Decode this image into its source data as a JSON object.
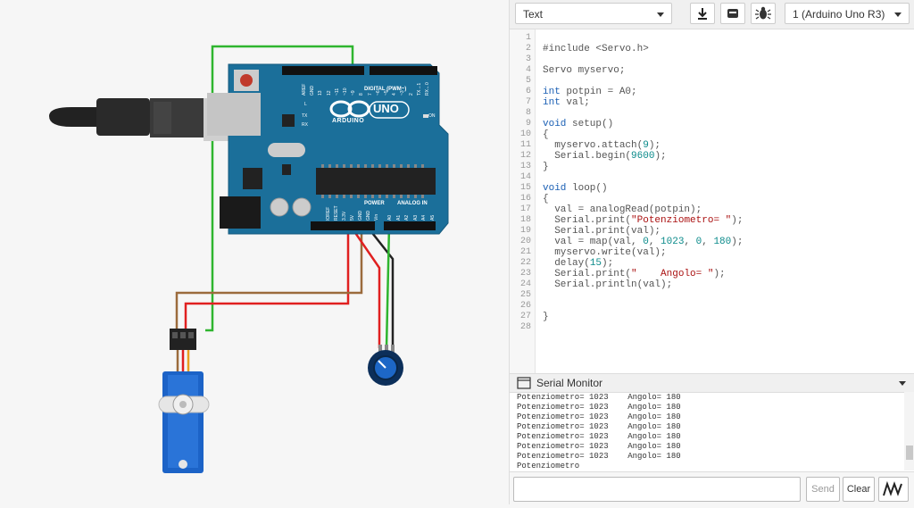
{
  "toolbar": {
    "mode": "Text",
    "device": "1 (Arduino Uno R3)",
    "download_icon": "download-icon",
    "upload_icon": "upload-to-board-icon",
    "debug_icon": "bug-icon"
  },
  "board": {
    "logo_text": "UNO",
    "brand": "ARDUINO",
    "on_label": "ON",
    "digital_label": "DIGITAL (PWM~)",
    "power_label": "POWER",
    "analog_label": "ANALOG IN",
    "tx_label": "TX",
    "rx_label": "RX",
    "l_label": "L",
    "digital_pins": [
      "AREF",
      "GND",
      "13",
      "12",
      "~11",
      "~10",
      "~9",
      "8",
      "7",
      "~6",
      "~5",
      "4",
      "~3",
      "2",
      "TX→1",
      "RX←0"
    ],
    "power_pins": [
      "IOREF",
      "RESET",
      "3.3V",
      "5V",
      "GND",
      "GND",
      "Vin"
    ],
    "analog_pins": [
      "A0",
      "A1",
      "A2",
      "A3",
      "A4",
      "A5"
    ]
  },
  "code": {
    "line_numbers": [
      "1",
      "2",
      "3",
      "4",
      "5",
      "6",
      "7",
      "8",
      "9",
      "10",
      "11",
      "12",
      "13",
      "14",
      "15",
      "16",
      "17",
      "18",
      "19",
      "20",
      "21",
      "22",
      "23",
      "24",
      "25",
      "26",
      "27",
      "28"
    ],
    "lines": [
      "",
      "#include <Servo.h>",
      "",
      "Servo myservo;",
      "",
      "int potpin = A0;",
      "int val;",
      "",
      "void setup()",
      "{",
      "  myservo.attach(9);",
      "  Serial.begin(9600);",
      "}",
      "",
      "void loop()",
      "{",
      "  val = analogRead(potpin);",
      "  Serial.print(\"Potenziometro= \");",
      "  Serial.print(val);",
      "  val = map(val, 0, 1023, 0, 180);",
      "  myservo.write(val);",
      "  delay(15);",
      "  Serial.print(\"    Angolo= \");",
      "  Serial.println(val);",
      "",
      "",
      "}",
      ""
    ]
  },
  "serial_monitor": {
    "title": "Serial Monitor",
    "icon": "monitor-window-icon",
    "output": [
      "Potenziometro= 1023    Angolo= 180",
      "Potenziometro= 1023    Angolo= 180",
      "Potenziometro= 1023    Angolo= 180",
      "Potenziometro= 1023    Angolo= 180",
      "Potenziometro= 1023    Angolo= 180",
      "Potenziometro= 1023    Angolo= 180",
      "Potenziometro= 1023    Angolo= 180",
      "Potenziometro"
    ],
    "input_value": "",
    "send_label": "Send",
    "clear_label": "Clear",
    "graph_icon": "waveform-graph-icon"
  }
}
